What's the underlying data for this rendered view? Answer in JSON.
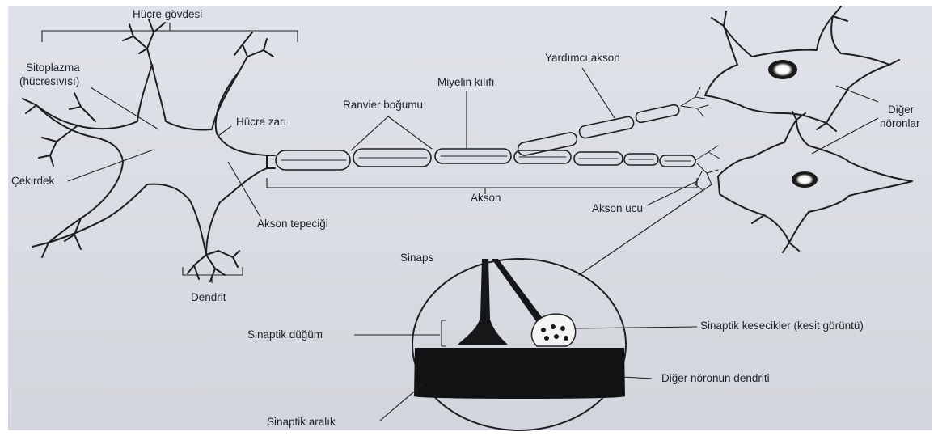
{
  "labels": {
    "cell_body": "Hücre gövdesi",
    "cytoplasm_line1": "Sitoplazma",
    "cytoplasm_line2": "(hücresıvısı)",
    "nucleus": "Çekirdek",
    "cell_membrane": "Hücre zarı",
    "ranvier": "Ranvier boğumu",
    "myelin": "Miyelin kılıfı",
    "collateral": "Yardımcı akson",
    "other_neurons_line1": "Diğer",
    "other_neurons_line2": "nöronlar",
    "axon": "Akson",
    "axon_terminal": "Akson ucu",
    "axon_hillock": "Akson tepeciği",
    "dendrite": "Dendrit",
    "synapse": "Sinaps",
    "synaptic_knob": "Sinaptik düğüm",
    "synaptic_vesicles": "Sinaptik kesecikler (kesit görüntü)",
    "other_dendrite": "Diğer nöronun dendriti",
    "synaptic_cleft": "Sinaptik aralık"
  }
}
